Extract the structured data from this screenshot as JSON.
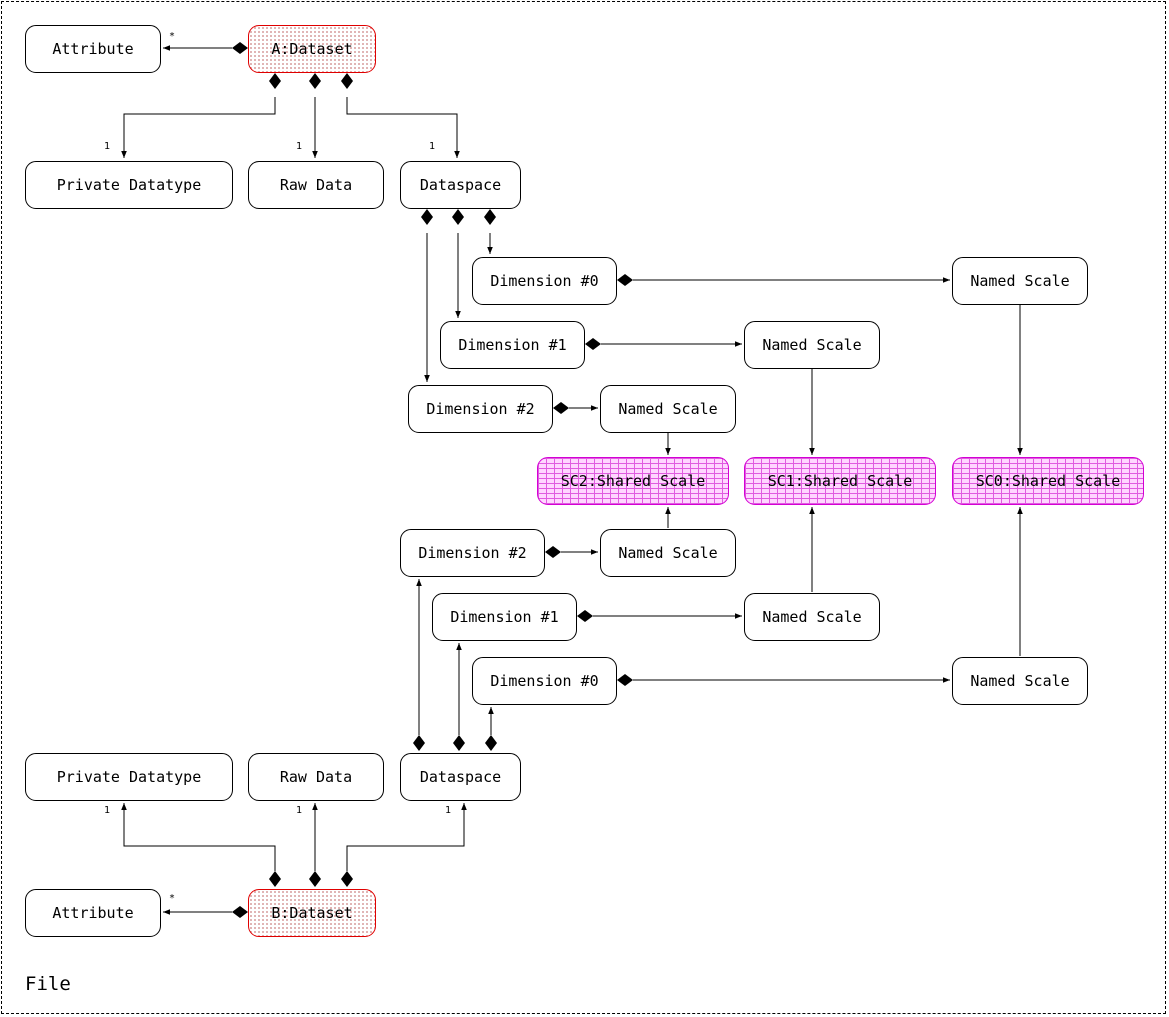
{
  "frame_label": "File",
  "top": {
    "dataset": "A:Dataset",
    "attribute": "Attribute",
    "private_datatype": "Private Datatype",
    "raw_data": "Raw Data",
    "dataspace": "Dataspace",
    "dim0": "Dimension #0",
    "dim1": "Dimension #1",
    "dim2": "Dimension #2",
    "scale0": "Named Scale",
    "scale1": "Named Scale",
    "scale2": "Named Scale",
    "mult_attribute": "*",
    "mult_private_datatype": "1",
    "mult_raw_data": "1",
    "mult_dataspace": "1"
  },
  "shared": {
    "sc2": "SC2:Shared Scale",
    "sc1": "SC1:Shared Scale",
    "sc0": "SC0:Shared Scale"
  },
  "bottom": {
    "dataset": "B:Dataset",
    "attribute": "Attribute",
    "private_datatype": "Private Datatype",
    "raw_data": "Raw Data",
    "dataspace": "Dataspace",
    "dim0": "Dimension #0",
    "dim1": "Dimension #1",
    "dim2": "Dimension #2",
    "scale0": "Named Scale",
    "scale1": "Named Scale",
    "scale2": "Named Scale",
    "mult_attribute": "*",
    "mult_private_datatype": "1",
    "mult_raw_data": "1",
    "mult_dataspace": "1"
  },
  "colors": {
    "dataset_border": "#e00000",
    "shared_border": "#d400d4",
    "line": "#000000"
  }
}
